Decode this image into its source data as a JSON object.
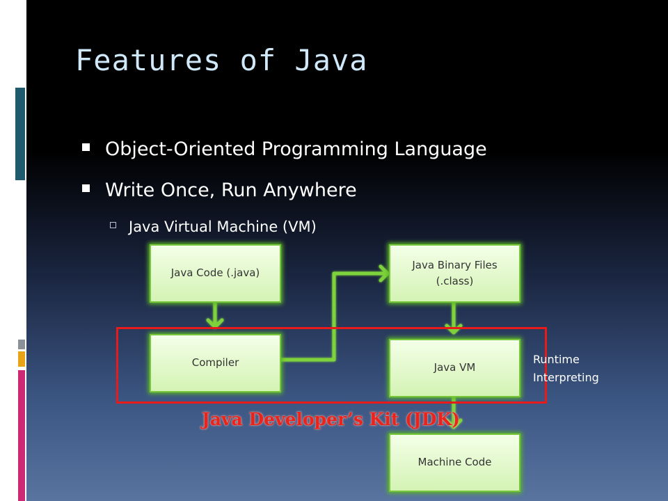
{
  "slide": {
    "title": "Features of Java",
    "bullets": [
      "Object-Oriented Programming Language",
      "Write Once, Run Anywhere"
    ],
    "sub_bullets": [
      "Java Virtual Machine (VM)"
    ]
  },
  "diagram": {
    "nodes": {
      "java_code": "Java Code (.java)",
      "compiler": "Compiler",
      "binary_line1": "Java Binary Files",
      "binary_line2": "(.class)",
      "java_vm": "Java VM",
      "machine_code": "Machine Code"
    },
    "jdk_label": "Java Developer’s Kit (JDK)",
    "runtime_line1": "Runtime",
    "runtime_line2": "Interpreting"
  },
  "colors": {
    "box_border": "#76c83a",
    "arrow": "#7ed23a",
    "frame": "#e81a1a",
    "title": "#cfe8fa"
  }
}
